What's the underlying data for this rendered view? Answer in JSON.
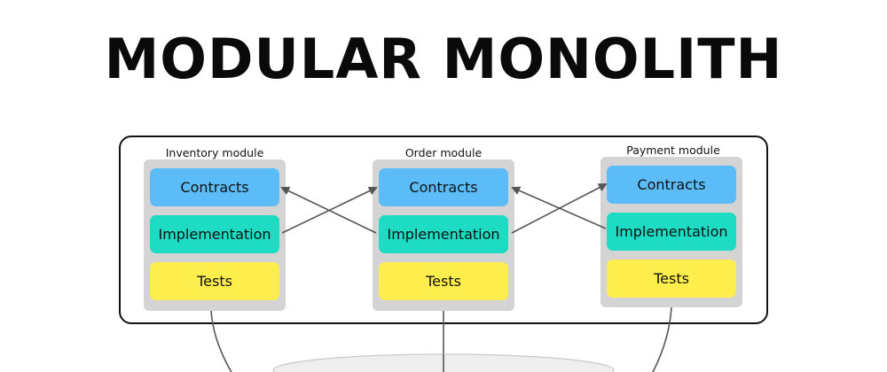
{
  "title": "MODULAR MONOLITH",
  "modules": [
    {
      "label": "Inventory module",
      "contracts": "Contracts",
      "implementation": "Implementation",
      "tests": "Tests"
    },
    {
      "label": "Order module",
      "contracts": "Contracts",
      "implementation": "Implementation",
      "tests": "Tests"
    },
    {
      "label": "Payment module",
      "contracts": "Contracts",
      "implementation": "Implementation",
      "tests": "Tests"
    }
  ],
  "colors": {
    "contracts": "#5bbcf8",
    "implementation": "#1edcc4",
    "tests": "#fdee4e",
    "module_background": "#d4d4d4",
    "arrow": "#555555"
  },
  "dependencies": [
    {
      "from": "Inventory module.Implementation",
      "to": "Order module.Contracts"
    },
    {
      "from": "Order module.Implementation",
      "to": "Inventory module.Contracts"
    },
    {
      "from": "Order module.Implementation",
      "to": "Payment module.Contracts"
    },
    {
      "from": "Payment module.Implementation",
      "to": "Order module.Contracts"
    }
  ]
}
